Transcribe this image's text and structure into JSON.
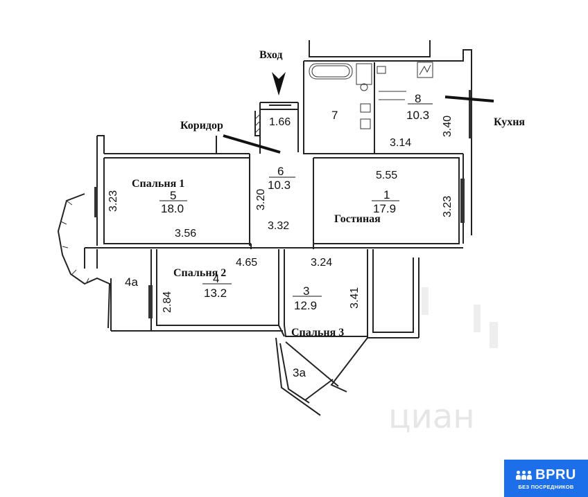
{
  "labels": {
    "entrance": "Вход",
    "corridor": "Коридор",
    "kitchen": "Кухня",
    "bedroom1": "Спальня 1",
    "bedroom2": "Спальня 2",
    "bedroom3": "Спальня 3",
    "living": "Гостиная"
  },
  "rooms": {
    "living": {
      "number": "1",
      "area": "17.9"
    },
    "bedroom3": {
      "number": "3",
      "area": "12.9"
    },
    "bedroom2": {
      "number": "4",
      "area": "13.2"
    },
    "bedroom1": {
      "number": "5",
      "area": "18.0"
    },
    "corridor": {
      "number": "6",
      "area": "10.3"
    },
    "bathroom": {
      "number": "7"
    },
    "kitchen": {
      "number": "8",
      "area": "10.3"
    },
    "balcony_a": {
      "number": "3a"
    },
    "balcony_b": {
      "number": "4a"
    }
  },
  "dimensions": {
    "entrance_width": "1.66",
    "kitchen_height": "3.40",
    "kitchen_width": "3.14",
    "living_width": "5.55",
    "living_height": "3.23",
    "bedroom1_height": "3.23",
    "bedroom1_width": "3.56",
    "corridor_height": "3.20",
    "corridor_width": "3.32",
    "bedroom2_width": "4.65",
    "bedroom2_height": "2.84",
    "bedroom3_width": "3.24",
    "bedroom3_height": "3.41"
  },
  "watermark": "циан",
  "logo": {
    "brand": "BPRU",
    "tagline": "БЕЗ ПОСРЕДНИКОВ"
  }
}
